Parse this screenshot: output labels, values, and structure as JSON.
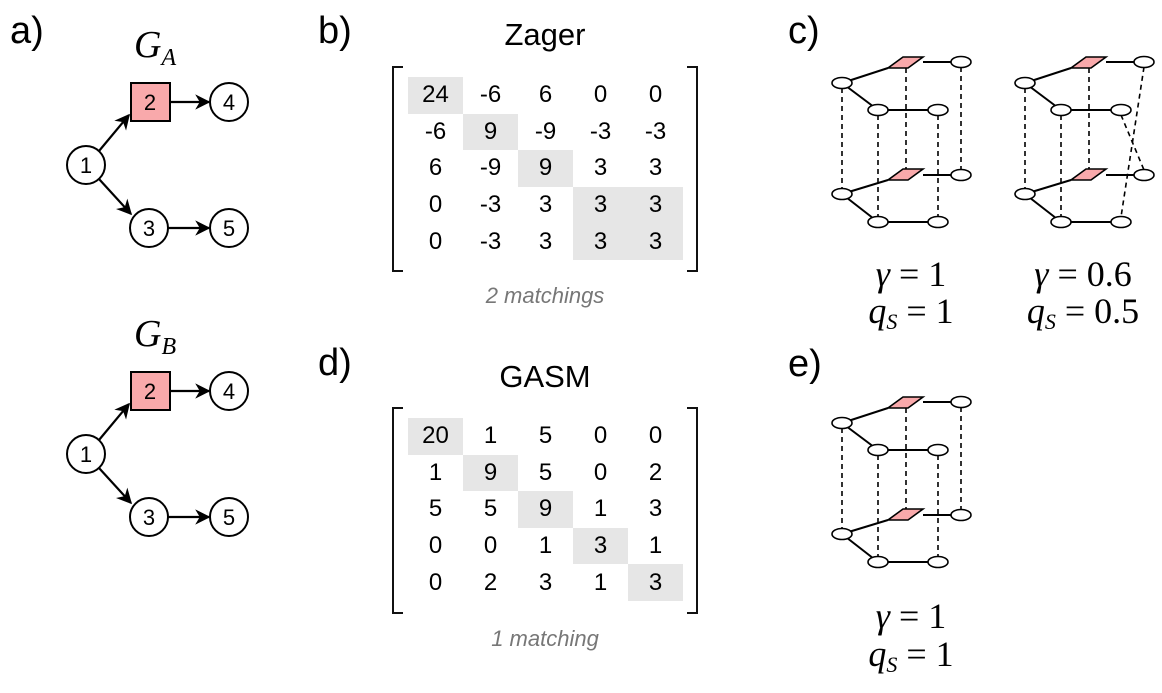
{
  "panels": {
    "a": {
      "label": "a)",
      "graphs": [
        {
          "title_main": "G",
          "title_sub": "A",
          "nodes": [
            {
              "id": "1"
            },
            {
              "id": "2",
              "highlighted": true
            },
            {
              "id": "3"
            },
            {
              "id": "4"
            },
            {
              "id": "5"
            }
          ],
          "edges": [
            [
              "1",
              "2"
            ],
            [
              "1",
              "3"
            ],
            [
              "2",
              "4"
            ],
            [
              "3",
              "5"
            ]
          ]
        },
        {
          "title_main": "G",
          "title_sub": "B",
          "nodes": [
            {
              "id": "1"
            },
            {
              "id": "2",
              "highlighted": true
            },
            {
              "id": "3"
            },
            {
              "id": "4"
            },
            {
              "id": "5"
            }
          ],
          "edges": [
            [
              "1",
              "2"
            ],
            [
              "1",
              "3"
            ],
            [
              "2",
              "4"
            ],
            [
              "3",
              "5"
            ]
          ]
        }
      ]
    },
    "b": {
      "label": "b)",
      "title": "Zager",
      "matrix": [
        [
          "24",
          "-6",
          "6",
          "0",
          "0"
        ],
        [
          "-6",
          "9",
          "-9",
          "-3",
          "-3"
        ],
        [
          "6",
          "-9",
          "9",
          "3",
          "3"
        ],
        [
          "0",
          "-3",
          "3",
          "3",
          "3"
        ],
        [
          "0",
          "-3",
          "3",
          "3",
          "3"
        ]
      ],
      "highlighted_cells": [
        [
          0,
          0
        ],
        [
          1,
          1
        ],
        [
          2,
          2
        ],
        [
          3,
          3
        ],
        [
          3,
          4
        ],
        [
          4,
          3
        ],
        [
          4,
          4
        ]
      ],
      "caption": "2 matchings"
    },
    "c": {
      "label": "c)",
      "alignments": [
        {
          "gamma_label": "γ = 1",
          "gamma_sym": "γ",
          "gamma_val": "= 1",
          "qs_sym": "q",
          "qs_sub": "S",
          "qs_val": "= 1"
        },
        {
          "gamma_label": "γ = 0.6",
          "gamma_sym": "γ",
          "gamma_val": "= 0.6",
          "qs_sym": "q",
          "qs_sub": "S",
          "qs_val": "= 0.5"
        }
      ]
    },
    "d": {
      "label": "d)",
      "title": "GASM",
      "matrix": [
        [
          "20",
          "1",
          "5",
          "0",
          "0"
        ],
        [
          "1",
          "9",
          "5",
          "0",
          "2"
        ],
        [
          "5",
          "5",
          "9",
          "1",
          "3"
        ],
        [
          "0",
          "0",
          "1",
          "3",
          "1"
        ],
        [
          "0",
          "2",
          "3",
          "1",
          "3"
        ]
      ],
      "highlighted_cells": [
        [
          0,
          0
        ],
        [
          1,
          1
        ],
        [
          2,
          2
        ],
        [
          3,
          3
        ],
        [
          4,
          4
        ]
      ],
      "caption": "1 matching"
    },
    "e": {
      "label": "e)",
      "alignments": [
        {
          "gamma_sym": "γ",
          "gamma_val": "= 1",
          "qs_sym": "q",
          "qs_sub": "S",
          "qs_val": "= 1"
        }
      ]
    }
  },
  "colors": {
    "highlight_node": "#f9a9ab",
    "matrix_highlight": "#e6e6e6",
    "caption_text": "#777777"
  }
}
